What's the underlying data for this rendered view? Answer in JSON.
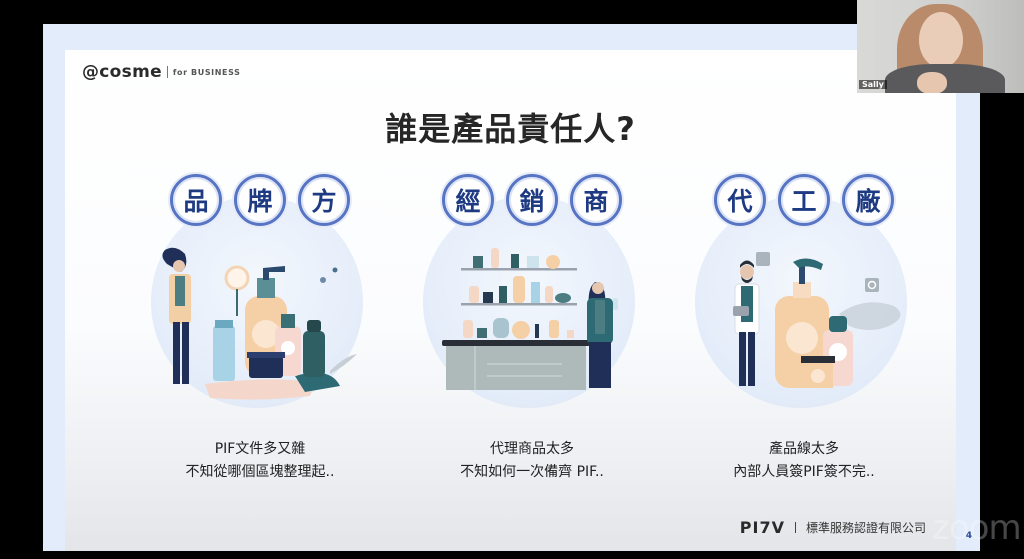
{
  "meeting": {
    "watermark": "zoom",
    "participant": {
      "name": "Sally"
    }
  },
  "slide": {
    "brand": {
      "logo": "@cosme",
      "sub": "for BUSINESS"
    },
    "title": "誰是產品責任人?",
    "columns": [
      {
        "badges": [
          "品",
          "牌",
          "方"
        ],
        "illustration": "brand-owner-with-cosmetics",
        "caption_lines": [
          "PIF文件多又雜",
          "不知從哪個區塊整理起.."
        ]
      },
      {
        "badges": [
          "經",
          "銷",
          "商"
        ],
        "illustration": "distributor-store-shelves",
        "caption_lines": [
          "代理商品太多",
          "不知如何一次備齊 PIF.."
        ]
      },
      {
        "badges": [
          "代",
          "工",
          "廠"
        ],
        "illustration": "manufacturer-with-products",
        "caption_lines": [
          "產品線太多",
          "內部人員簽PIF簽不完.."
        ]
      }
    ],
    "footer": {
      "logo": "PI7V",
      "company": "標準服務認證有限公司"
    },
    "page_number": "4"
  },
  "colors": {
    "badge_ring": "#5874c4",
    "badge_text": "#1d3a82",
    "frame": "#e3ecfa",
    "illus_bg": "#e6eefa"
  }
}
